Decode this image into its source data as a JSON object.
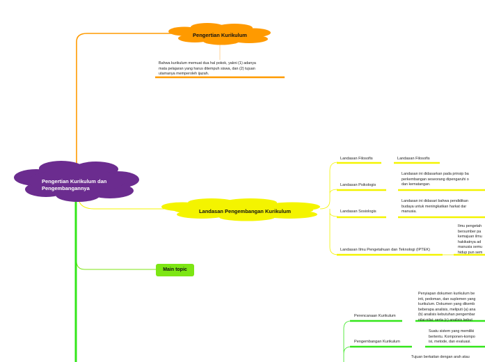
{
  "root": {
    "label": "Pengertian Kurikulum dan\nPengembangannya",
    "color": "#6b2c8f"
  },
  "topics": [
    {
      "label": "Pengertian Kurikulum",
      "color": "#ff9a00",
      "note": "Bahwa kurikulum memuat dua hal pokok, yakni (1) adanya\nmata pelajaran yang harus ditempuh siswa, dan (2) tujuan\nutamanya memperoleh ijazah."
    },
    {
      "label": "Landasan Pengembangan Kurikulum",
      "color": "#f4f400",
      "children": [
        {
          "label": "Landasan Filosofis",
          "detail": "Landasan Filosofis"
        },
        {
          "label": "Landasan Psikologis",
          "detail": "Landasan ini didasarkan pada prinsip ba\nperkembangan seseorang dipengaruhi o\ndan kematangan."
        },
        {
          "label": "Landasan Sosiologis",
          "detail": "Landasan ini didasari bahwa pendidikan\nbudaya untuk meningkatkan harkat dar\nmanusia."
        },
        {
          "label": "Landasan Ilmu Pengetahuan dan Teknologi (IPTEK)",
          "detail": "Ilmu pengetah\nbersumber pa\nkemajuan ilmu\nhakikatnya ad\nmanusia semu\nhidup pun sem"
        }
      ]
    },
    {
      "label": "Main topic",
      "color": "#7de614"
    },
    {
      "label": "",
      "color": "#33e61a",
      "children": [
        {
          "label": "Perencanaan Kurikulum",
          "detail": "Penyiapan dokumen kurikulum be\ninti, pedoman, dan suplemen yang\nkurikulum. Dokumen yang dikemb\nbeberapa analisis, meliputi (a) ana\n(b) analisis kebutuhan pengembar\nnilai-nilai; serta (c) analisis kebut"
        },
        {
          "label": "Pengembangan Kurikulum",
          "detail": "Suatu sistem yang memiliki\nbertentu. Komponen-kompo\nisi, metode, dan evaluasi."
        },
        {
          "label": "",
          "detail": "Tujuan berkaitan dengan arah atau"
        }
      ]
    }
  ]
}
